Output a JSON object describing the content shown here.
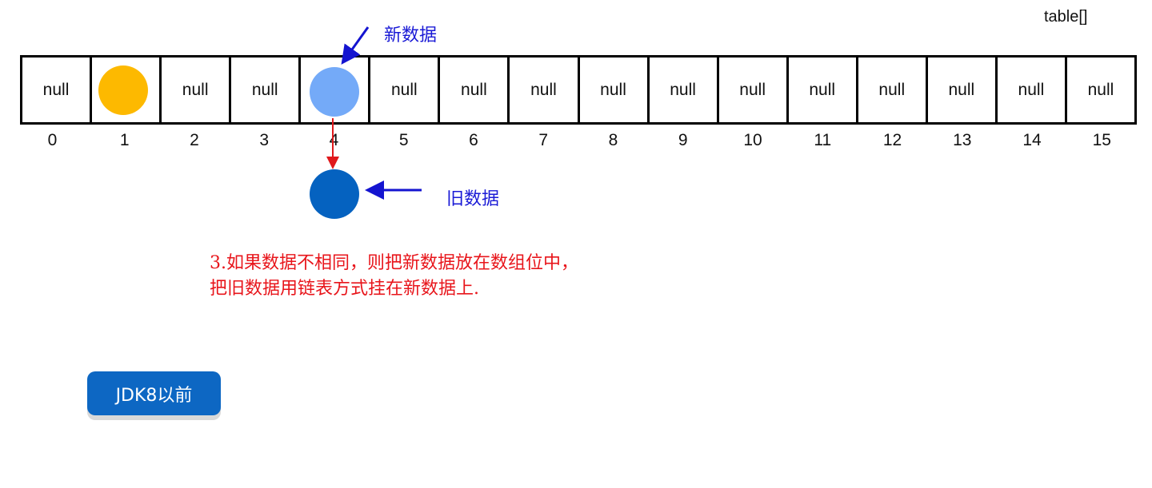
{
  "table_label": "table[]",
  "cells": [
    "null",
    "",
    "null",
    "null",
    "",
    "null",
    "null",
    "null",
    "null",
    "null",
    "null",
    "null",
    "null",
    "null",
    "null",
    "null"
  ],
  "indices": [
    "0",
    "1",
    "2",
    "3",
    "4",
    "5",
    "6",
    "7",
    "8",
    "9",
    "10",
    "11",
    "12",
    "13",
    "14",
    "15"
  ],
  "new_data_label": "新数据",
  "old_data_label": "旧数据",
  "note": {
    "line1": "3.如果数据不相同，则把新数据放在数组位中，",
    "line2": "把旧数据用链表方式挂在新数据上."
  },
  "button_label": "JDK8以前",
  "colors": {
    "existing": "#fdb900",
    "new": "#74aaf8",
    "old": "#0562c0",
    "arrow_blue": "#1414d0",
    "arrow_red": "#e0191c"
  }
}
